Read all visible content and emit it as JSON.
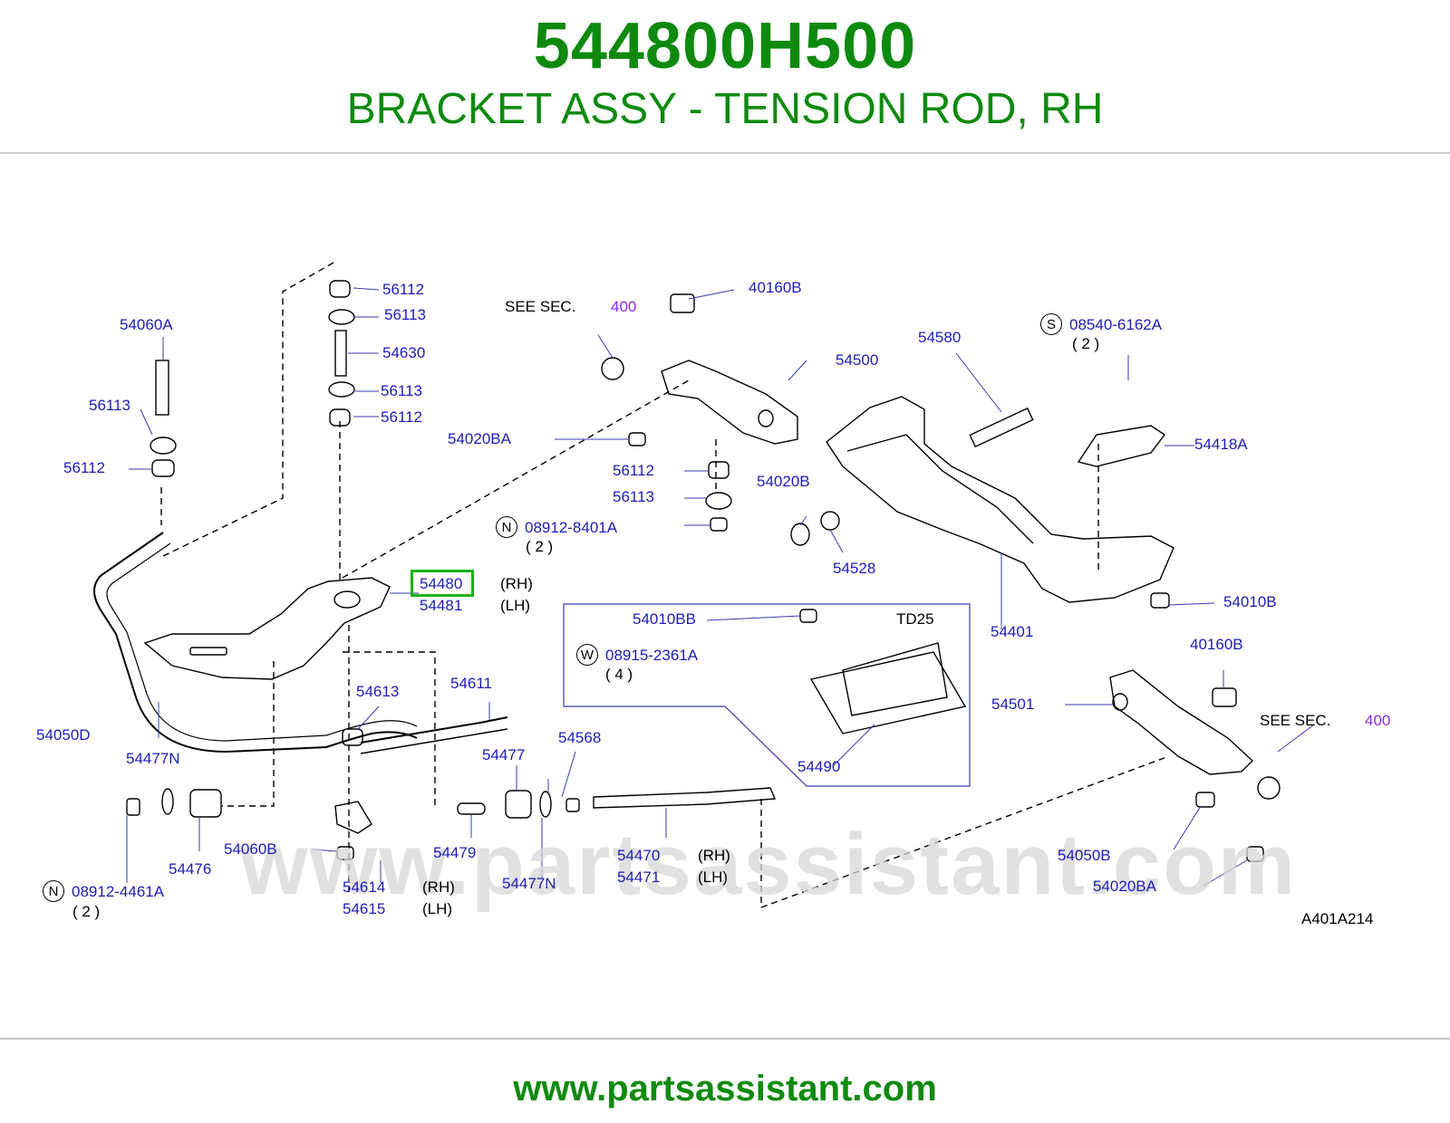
{
  "header": {
    "part_number": "544800H500",
    "description": "BRACKET ASSY - TENSION ROD, RH"
  },
  "footer": {
    "url": "www.partsassistant.com"
  },
  "watermark": "www.partsassistant.com",
  "colors": {
    "brand_green": "#0f8a0f",
    "label_blue": "#1c1cb8",
    "section_purple": "#8a2be2",
    "highlight_green": "#19b219"
  },
  "diagram": {
    "ref_code": "A401A214",
    "variant_label": "TD25",
    "see_sec_text": "SEE  SEC.",
    "see_sec_number": "400",
    "qty_2": "( 2 )",
    "qty_4": "( 4 )",
    "rh": "(RH)",
    "lh": "(LH)",
    "symbols": {
      "n": "N",
      "s": "S",
      "w": "W"
    },
    "labels": {
      "p56112": "56112",
      "p56113": "56113",
      "p54630": "54630",
      "p54060A": "54060A",
      "p40160B": "40160B",
      "p54500": "54500",
      "p54580": "54580",
      "p08540_6162A": "08540-6162A",
      "p54418A": "54418A",
      "p54020BA": "54020BA",
      "p54020B": "54020B",
      "p08912_8401A": "08912-8401A",
      "p54528": "54528",
      "p54480": "54480",
      "p54481": "54481",
      "p54010BB": "54010BB",
      "p08915_2361A": "08915-2361A",
      "p54401": "54401",
      "p54010B": "54010B",
      "p54050D": "54050D",
      "p54613": "54613",
      "p54611": "54611",
      "p54501": "54501",
      "p54477N": "54477N",
      "p54477": "54477",
      "p54568": "54568",
      "p54490": "54490",
      "p54476": "54476",
      "p54060B": "54060B",
      "p54479": "54479",
      "p54470": "54470",
      "p54471": "54471",
      "p54050B": "54050B",
      "p08912_4461A": "08912-4461A",
      "p54614": "54614",
      "p54615": "54615"
    }
  }
}
